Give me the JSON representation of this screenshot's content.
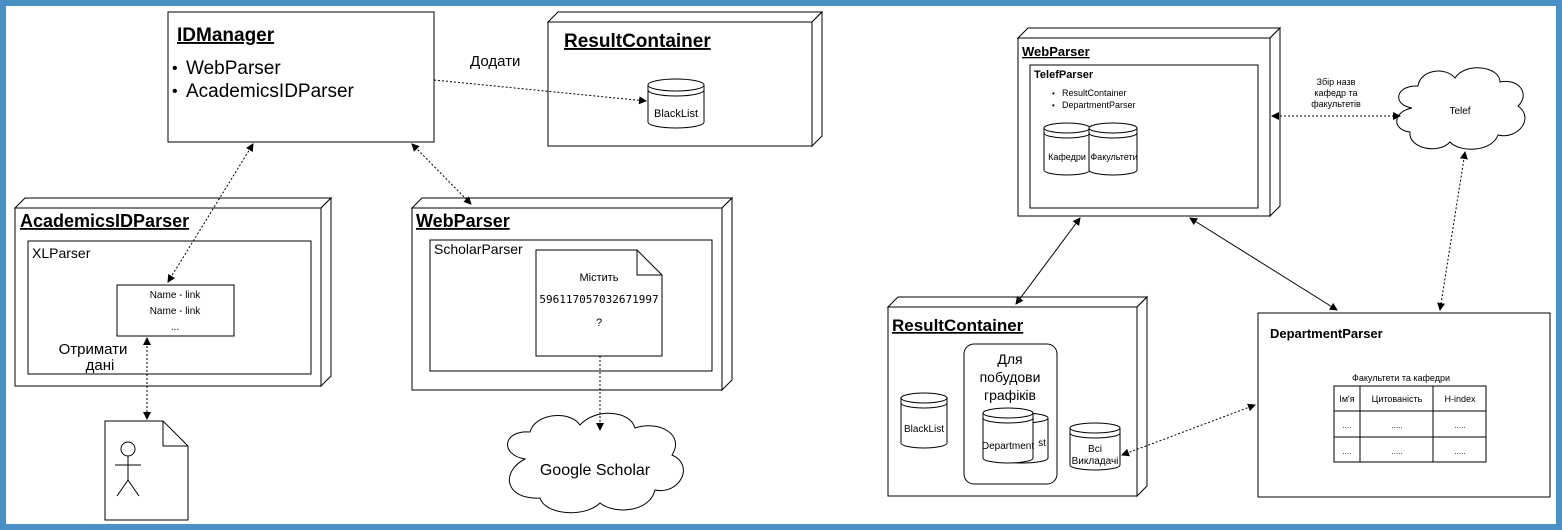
{
  "diagram": {
    "left": {
      "idmanager": {
        "title": "IDManager",
        "items": [
          "WebParser",
          "AcademicsIDParser"
        ]
      },
      "add_label": "Додати",
      "result_container": {
        "title": "ResultContainer",
        "db": "BlackList"
      },
      "academics": {
        "title": "AcademicsIDParser",
        "inner": "XLParser",
        "rows": [
          "Name - link",
          "Name - link",
          "..."
        ],
        "get_label_1": "Отримати",
        "get_label_2": "дані"
      },
      "webparser": {
        "title": "WebParser",
        "inner": "ScholarParser",
        "note_1": "Містить",
        "note_2": "596117057032671997",
        "note_3": "?"
      },
      "cloud": "Google Scholar"
    },
    "right": {
      "webparser": {
        "title": "WebParser",
        "inner": "TelefParser",
        "bullets": [
          "ResultContainer",
          "DepartmentParser"
        ],
        "db1": "Кафедри",
        "db2": "Факультети"
      },
      "cloud": "Telef",
      "cloud_label": [
        "Збір назв",
        "кафедр та",
        "факультетів"
      ],
      "result_container": {
        "title": "ResultContainer",
        "blacklist": "BlackList",
        "group_1": "Для",
        "group_2": "побудови",
        "group_3": "графіків",
        "dept_db": "Department",
        "dept_db_back": "st",
        "all_1": "Всі",
        "all_2": "Викладачі"
      },
      "department_parser": {
        "title": "DepartmentParser",
        "table_title": "Факультети та кафедри",
        "headers": [
          "Ім'я",
          "Цитованість",
          "H-index"
        ],
        "rows": [
          [
            "....",
            ".....",
            "....."
          ],
          [
            "....",
            ".....",
            "....."
          ]
        ]
      }
    }
  }
}
